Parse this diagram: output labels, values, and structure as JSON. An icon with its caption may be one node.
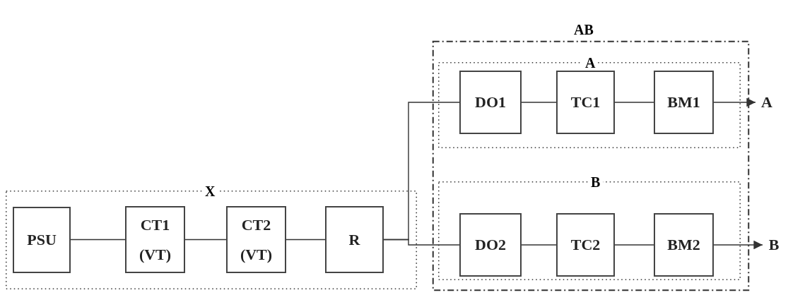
{
  "diagram": {
    "nodes": [
      {
        "text": [
          "X"
        ]
      },
      {
        "text": [
          "PSU"
        ],
        "in": 0
      },
      {
        "text": [
          "CT1 (VT)"
        ],
        "in": 0
      },
      {
        "text": [
          "CT2 (VT)"
        ],
        "in": 0
      },
      {
        "text": [
          "R"
        ],
        "in": 0
      },
      {
        "text": [
          "AB"
        ]
      },
      {
        "text": [
          "A"
        ],
        "in": 5
      },
      {
        "text": [
          "DO1"
        ],
        "in": 6
      },
      {
        "text": [
          "TC1"
        ],
        "in": 6
      },
      {
        "text": [
          "BM1"
        ],
        "in": 6
      },
      {
        "text": [
          "B"
        ],
        "in": 5
      },
      {
        "text": [
          "DO2"
        ],
        "in": 10
      },
      {
        "text": [
          "TC2"
        ],
        "in": 10
      },
      {
        "text": [
          "BM2"
        ],
        "in": 10
      },
      {
        "text": [
          "A"
        ]
      },
      {
        "text": [
          "B"
        ]
      }
    ],
    "edges": [
      {
        "from": 1,
        "to": 2,
        "arrow": "none"
      },
      {
        "from": 2,
        "to": 3,
        "arrow": "none"
      },
      {
        "from": 3,
        "to": 4,
        "arrow": "none"
      },
      {
        "from": 4,
        "to": 7,
        "arrow": "none"
      },
      {
        "from": 4,
        "to": 11,
        "arrow": "none"
      },
      {
        "from": 7,
        "to": 8,
        "arrow": "none"
      },
      {
        "from": 8,
        "to": 9,
        "arrow": "none"
      },
      {
        "from": 9,
        "to": 14,
        "arrow": "to"
      },
      {
        "from": 11,
        "to": 12,
        "arrow": "none"
      },
      {
        "from": 12,
        "to": 13,
        "arrow": "none"
      },
      {
        "from": 13,
        "to": 15,
        "arrow": "to"
      }
    ]
  }
}
